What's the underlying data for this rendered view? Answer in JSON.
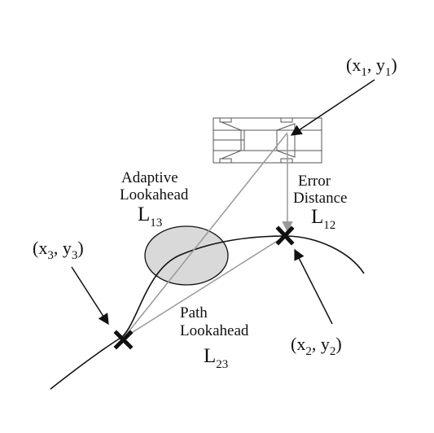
{
  "points": {
    "p1": {
      "x": "x",
      "x_sub": "1",
      "y": "y",
      "y_sub": "1"
    },
    "p2": {
      "x": "x",
      "x_sub": "2",
      "y": "y",
      "y_sub": "2"
    },
    "p3": {
      "x": "x",
      "x_sub": "3",
      "y": "y",
      "y_sub": "3"
    }
  },
  "labels": {
    "adaptive_line1": "Adaptive",
    "adaptive_line2": "Lookahead",
    "adaptive_symbol": "L",
    "adaptive_sub": "13",
    "error_line1": "Error",
    "error_line2": "Distance",
    "error_symbol": "L",
    "error_sub": "12",
    "path_line1": "Path",
    "path_line2": "Lookahead",
    "path_symbol": "L",
    "path_sub": "23"
  },
  "colors": {
    "line_dark": "#111111",
    "line_gray": "#999999",
    "obstacle_fill": "#d9d9d9",
    "vehicle_stroke": "#555555"
  }
}
